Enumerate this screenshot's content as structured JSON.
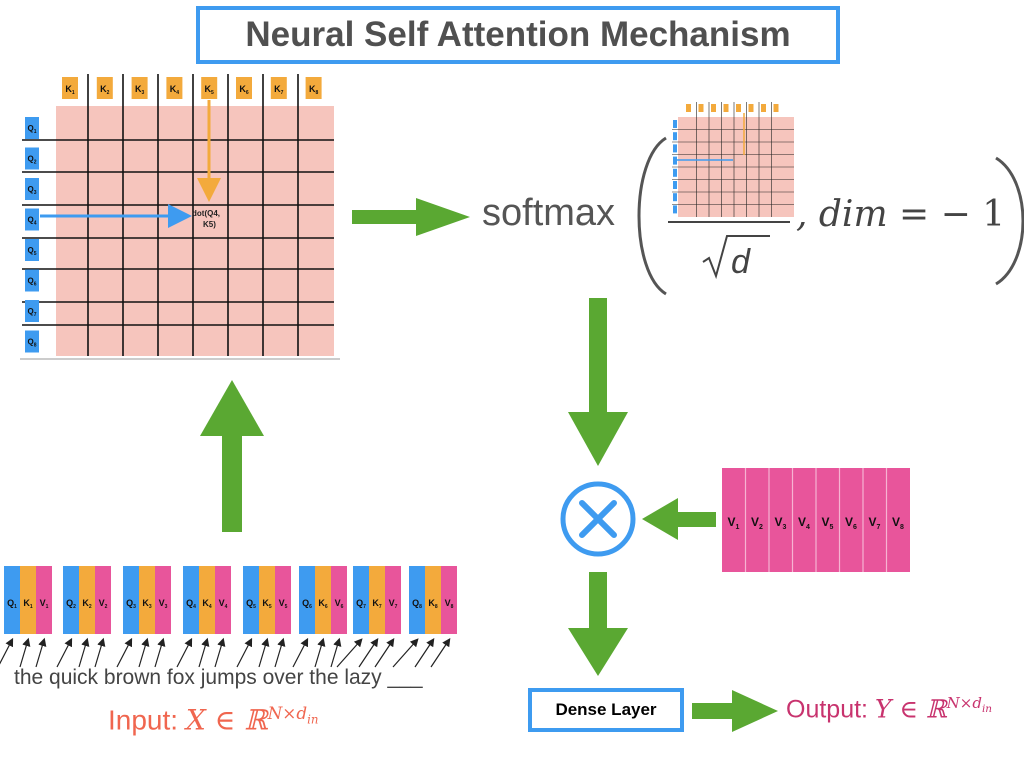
{
  "title": "Neural Self Attention Mechanism",
  "keys": [
    "K1",
    "K2",
    "K3",
    "K4",
    "K5",
    "K6",
    "K7",
    "K8"
  ],
  "queries": [
    "Q1",
    "Q2",
    "Q3",
    "Q4",
    "Q5",
    "Q6",
    "Q7",
    "Q8"
  ],
  "values": [
    "V1",
    "V2",
    "V3",
    "V4",
    "V5",
    "V6",
    "V7",
    "V8"
  ],
  "dot_label_line1": "dot(Q4,",
  "dot_label_line2": "K5)",
  "softmax": {
    "word": "softmax",
    "denominator": "√d",
    "suffix": ", dim = − 1"
  },
  "sentence": "the quick brown fox jumps over the lazy ___",
  "input_label": {
    "prefix": "Input: ",
    "math": "X ∈ ℝ",
    "sup": "N×d",
    "sup_sub": "in"
  },
  "output_label": {
    "prefix": "Output: ",
    "math": "Y ∈ ℝ",
    "sup": "N×d",
    "sup_sub": "in"
  },
  "dense_layer": "Dense Layer",
  "multiply_symbol": "×",
  "colors": {
    "query_blue": "#3e9bf0",
    "key_orange": "#f3aa3c",
    "value_pink": "#e8559b",
    "grid_fill": "#f6c5bd",
    "arrow_green": "#5aa832",
    "title_border": "#3e9bf0"
  }
}
